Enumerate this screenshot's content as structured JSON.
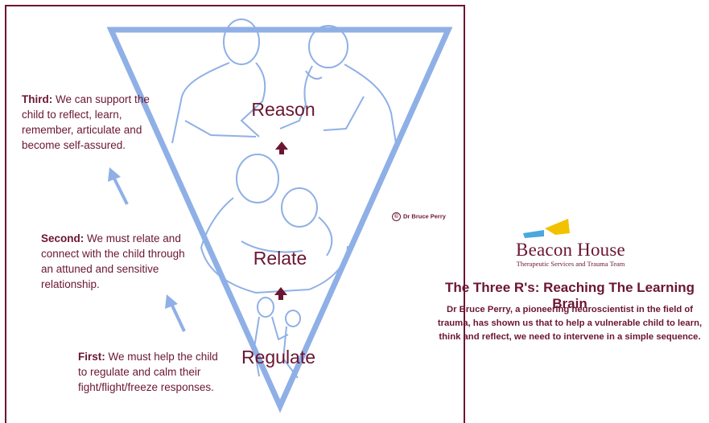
{
  "diagram": {
    "stages": {
      "reason": "Reason",
      "relate": "Relate",
      "regulate": "Regulate"
    },
    "steps": [
      {
        "lead": "Third:",
        "text": " We can support the child to reflect, learn, remember, articulate and become self-assured."
      },
      {
        "lead": "Second:",
        "text": " We must relate and connect with the child through an attuned and sensitive relationship."
      },
      {
        "lead": "First:",
        "text": " We must help the child to regulate and calm their fight/flight/freeze responses."
      }
    ],
    "credit": "Dr Bruce Perry",
    "credit_symbol": "©"
  },
  "brand": {
    "name": "Beacon House",
    "tagline": "Therapeutic Services and Trauma Team"
  },
  "info": {
    "title": "The Three R's: Reaching The Learning Brain",
    "description": "Dr Bruce Perry, a pioneering neuroscientist in the field of trauma, has shown us that to help a vulnerable child to learn, think and reflect, we need to intervene in a simple sequence."
  },
  "colors": {
    "maroon": "#6b1630",
    "triangle_blue": "#8fb0e6",
    "logo_yellow": "#f2c200",
    "logo_blue": "#4aa8dc"
  }
}
